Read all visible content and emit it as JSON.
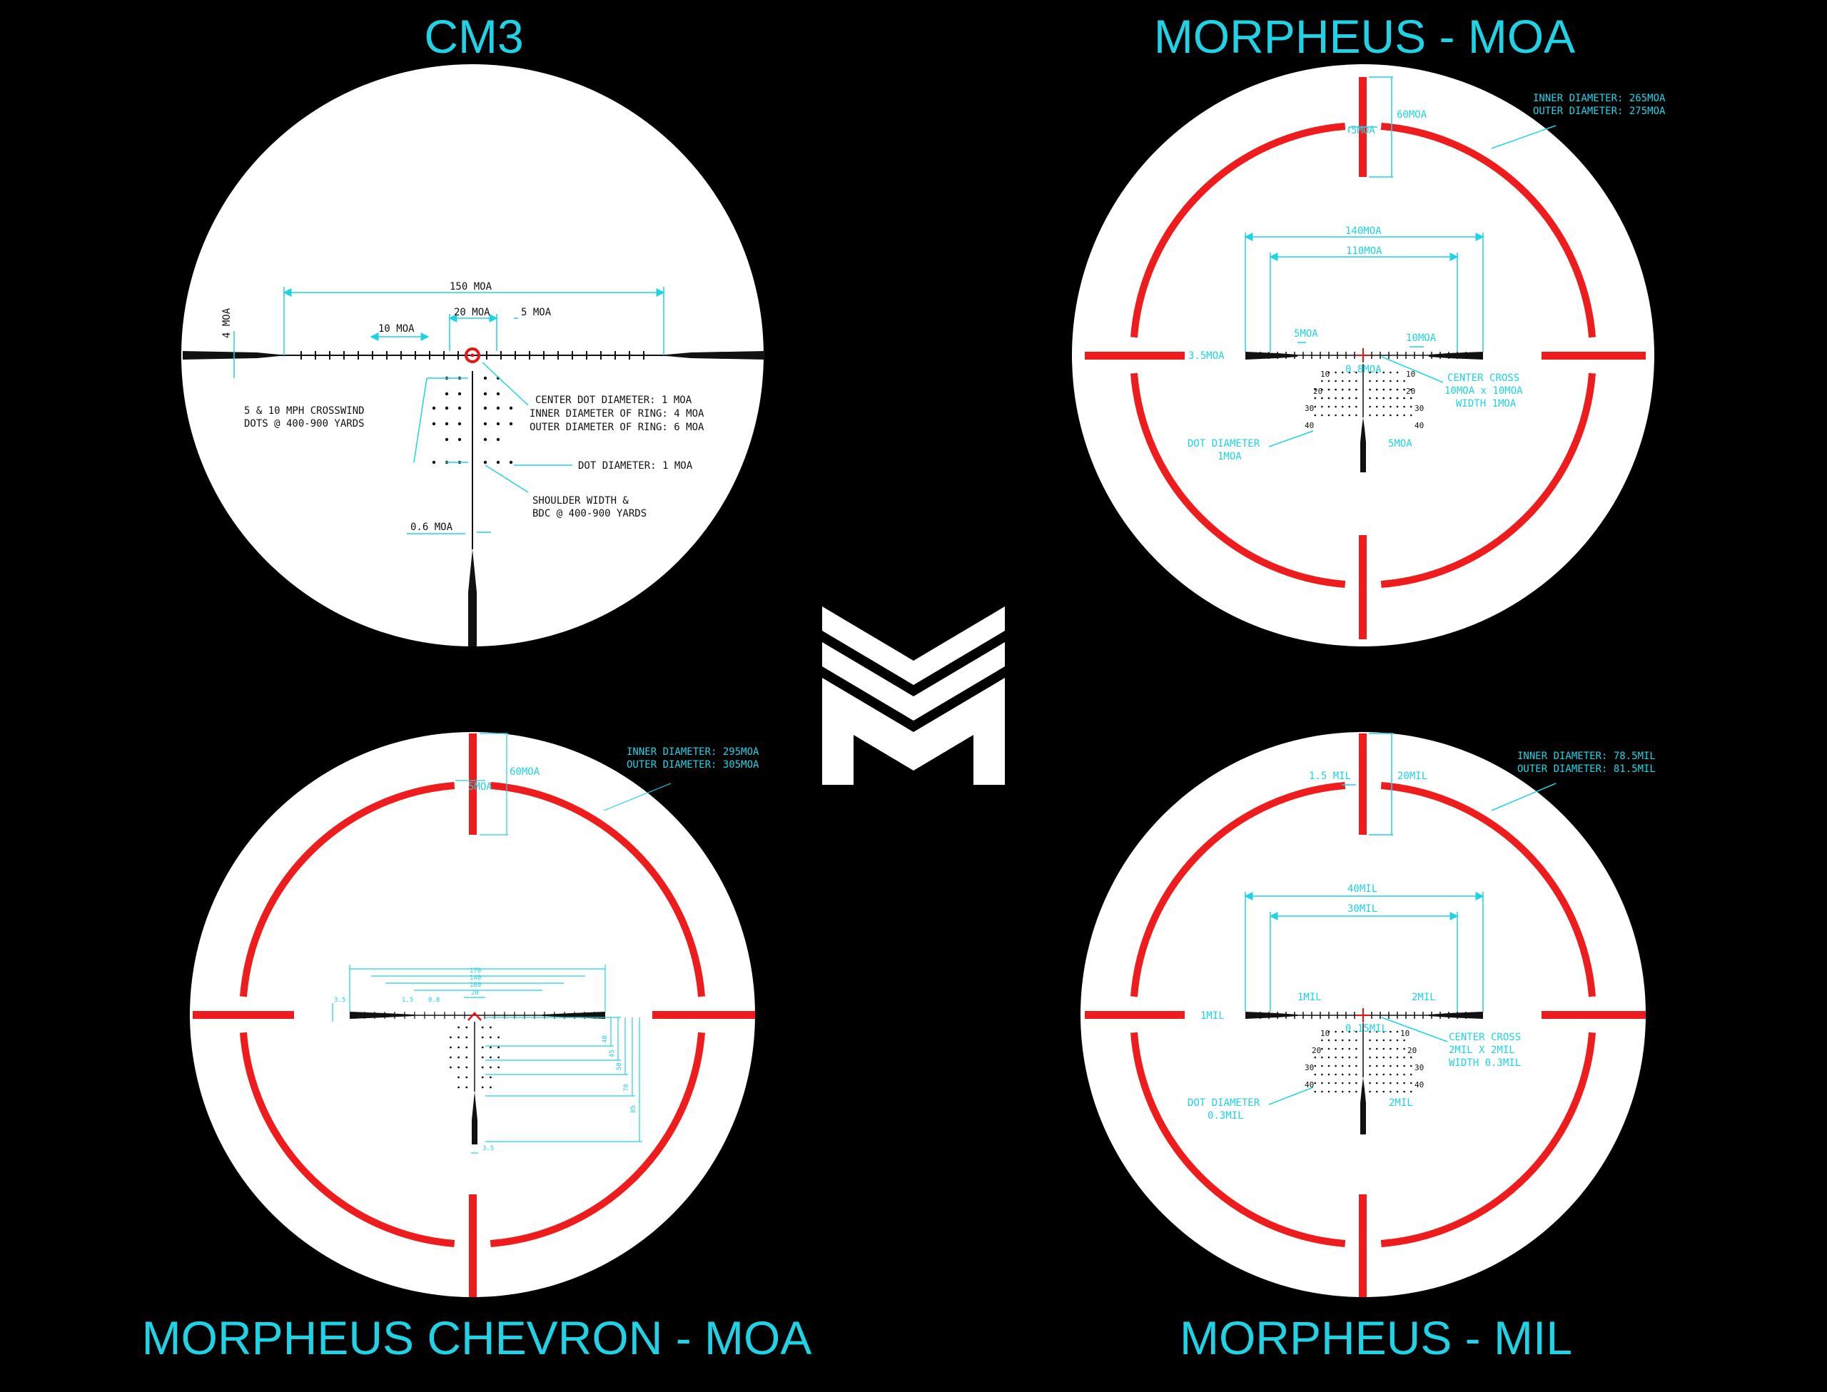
{
  "titles": {
    "tl": "CM3",
    "tr": "MORPHEUS - MOA",
    "bl": "MORPHEUS CHEVRON - MOA",
    "br": "MORPHEUS - MIL"
  },
  "colors": {
    "accent": "#1fd3e6",
    "ring": "#ee1c1c",
    "background": "#000000",
    "reticle_field": "#ffffff"
  },
  "logo": {
    "icon": "morpheus-m-logo-icon"
  },
  "cm3": {
    "width_150": "150 MOA",
    "width_20": "20 MOA",
    "width_10": "10 MOA",
    "width_5": "5 MOA",
    "post_4": "4 MOA",
    "post_06": "0.6 MOA",
    "center_dot": "CENTER DOT DIAMETER:   1 MOA",
    "inner_ring": "INNER DIAMETER OF RING: 4 MOA",
    "outer_ring": "OUTER DIAMETER OF RING: 6 MOA",
    "crosswind_1": "5 & 10 MPH CROSSWIND",
    "crosswind_2": "DOTS @ 400-900 YARDS",
    "dot_dia": "DOT DIAMETER:  1 MOA",
    "shoulder_1": "SHOULDER WIDTH &",
    "shoulder_2": "BDC @ 400-900 YARDS"
  },
  "moa": {
    "inner": "INNER DIAMETER: 265MOA",
    "outer": "OUTER DIAMETER: 275MOA",
    "gap60": "60MOA",
    "gap5": "5MOA",
    "w140": "140MOA",
    "w110": "110MOA",
    "t5": "5MOA",
    "t10": "10MOA",
    "post": "3.5MOA",
    "dot08": "0.8MOA",
    "cross_1": "CENTER CROSS",
    "cross_2": "10MOA x 10MOA",
    "cross_3": "WIDTH 1MOA",
    "dotd_1": "DOT DIAMETER",
    "dotd_2": "1MOA",
    "bottom5": "5MOA",
    "rows": [
      "10",
      "20",
      "30",
      "40"
    ]
  },
  "chevron": {
    "inner": "INNER DIAMETER: 295MOA",
    "outer": "OUTER DIAMETER: 305MOA",
    "gap60": "60MOA",
    "gap5": "5MOA",
    "dims_top": [
      "170",
      "140",
      "100",
      "20"
    ],
    "dims_small": [
      "3.5",
      "1.5",
      "0.8"
    ],
    "dims_right": [
      "40",
      "45",
      "50",
      "70",
      "85"
    ],
    "bottom": "3.5"
  },
  "mil": {
    "inner": "INNER DIAMETER: 78.5MIL",
    "outer": "OUTER DIAMETER: 81.5MIL",
    "gap15": "1.5 MIL",
    "gap20": "20MIL",
    "w40": "40MIL",
    "w30": "30MIL",
    "t1": "1MIL",
    "t2": "2MIL",
    "post": "1MIL",
    "dot": "0.15MIL",
    "cross_1": "CENTER CROSS",
    "cross_2": "2MIL X 2MIL",
    "cross_3": "WIDTH 0.3MIL",
    "dotd_1": "DOT DIAMETER",
    "dotd_2": "0.3MIL",
    "bottom2": "2MIL",
    "rows": [
      "10",
      "20",
      "30",
      "40"
    ]
  }
}
